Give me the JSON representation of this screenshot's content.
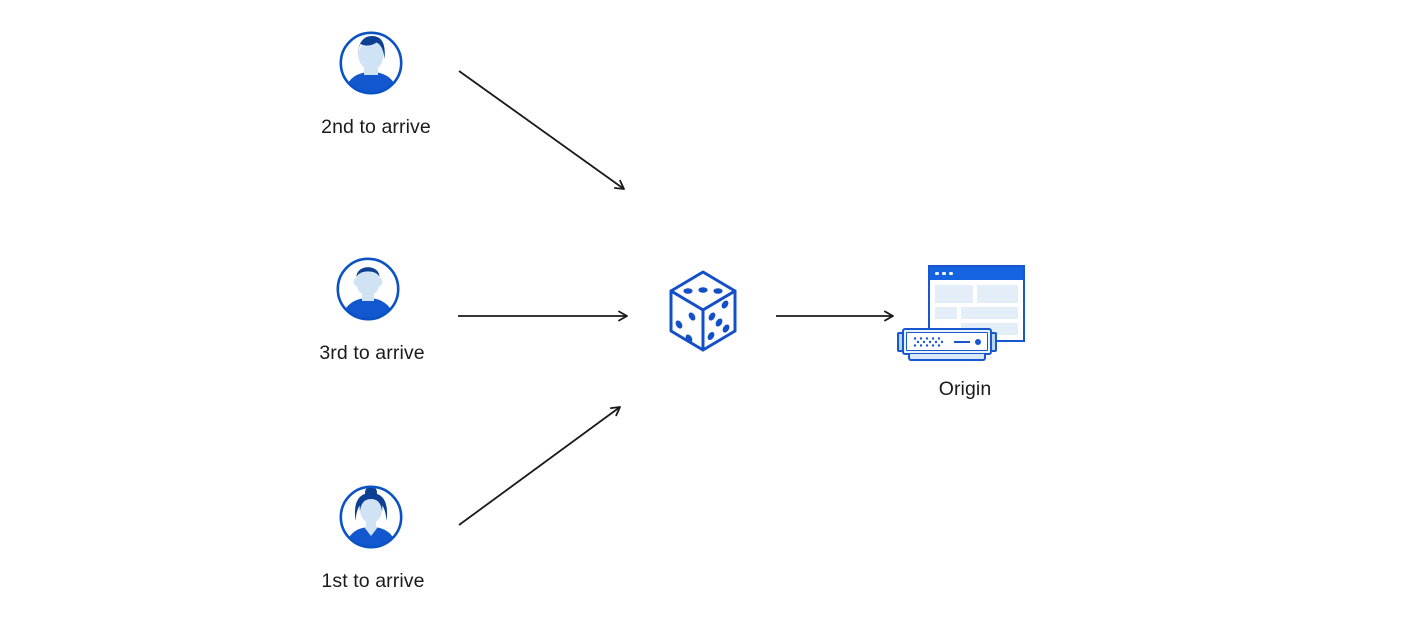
{
  "diagram": {
    "title": "request-coalescing-random-selection",
    "users": [
      {
        "label": "2nd to arrive",
        "avatar_icon": "man-swept-hair-avatar-icon"
      },
      {
        "label": "3rd to arrive",
        "avatar_icon": "man-short-hair-avatar-icon"
      },
      {
        "label": "1st to arrive",
        "avatar_icon": "woman-bun-avatar-icon"
      }
    ],
    "selector": {
      "icon": "dice-icon",
      "pips": {
        "top_face": 3,
        "left_face": 3,
        "right_face": 5
      }
    },
    "origin": {
      "label": "Origin",
      "icon": "origin-server-browser-icon"
    },
    "arrows": [
      {
        "from": "user-2nd-to-arrive",
        "to": "dice"
      },
      {
        "from": "user-3rd-to-arrive",
        "to": "dice"
      },
      {
        "from": "user-1st-to-arrive",
        "to": "dice"
      },
      {
        "from": "dice",
        "to": "origin"
      }
    ],
    "colors": {
      "primary_blue": "#1757d0",
      "title_bar_blue": "#1463e0",
      "dark_navy_hair": "#0d3f92",
      "light_blue_skin": "#cfe3f5",
      "shirt_blue": "#1257cd",
      "panel_light_blue": "#e3eef8",
      "arrow_black": "#1a1a1a",
      "background": "#ffffff"
    }
  }
}
